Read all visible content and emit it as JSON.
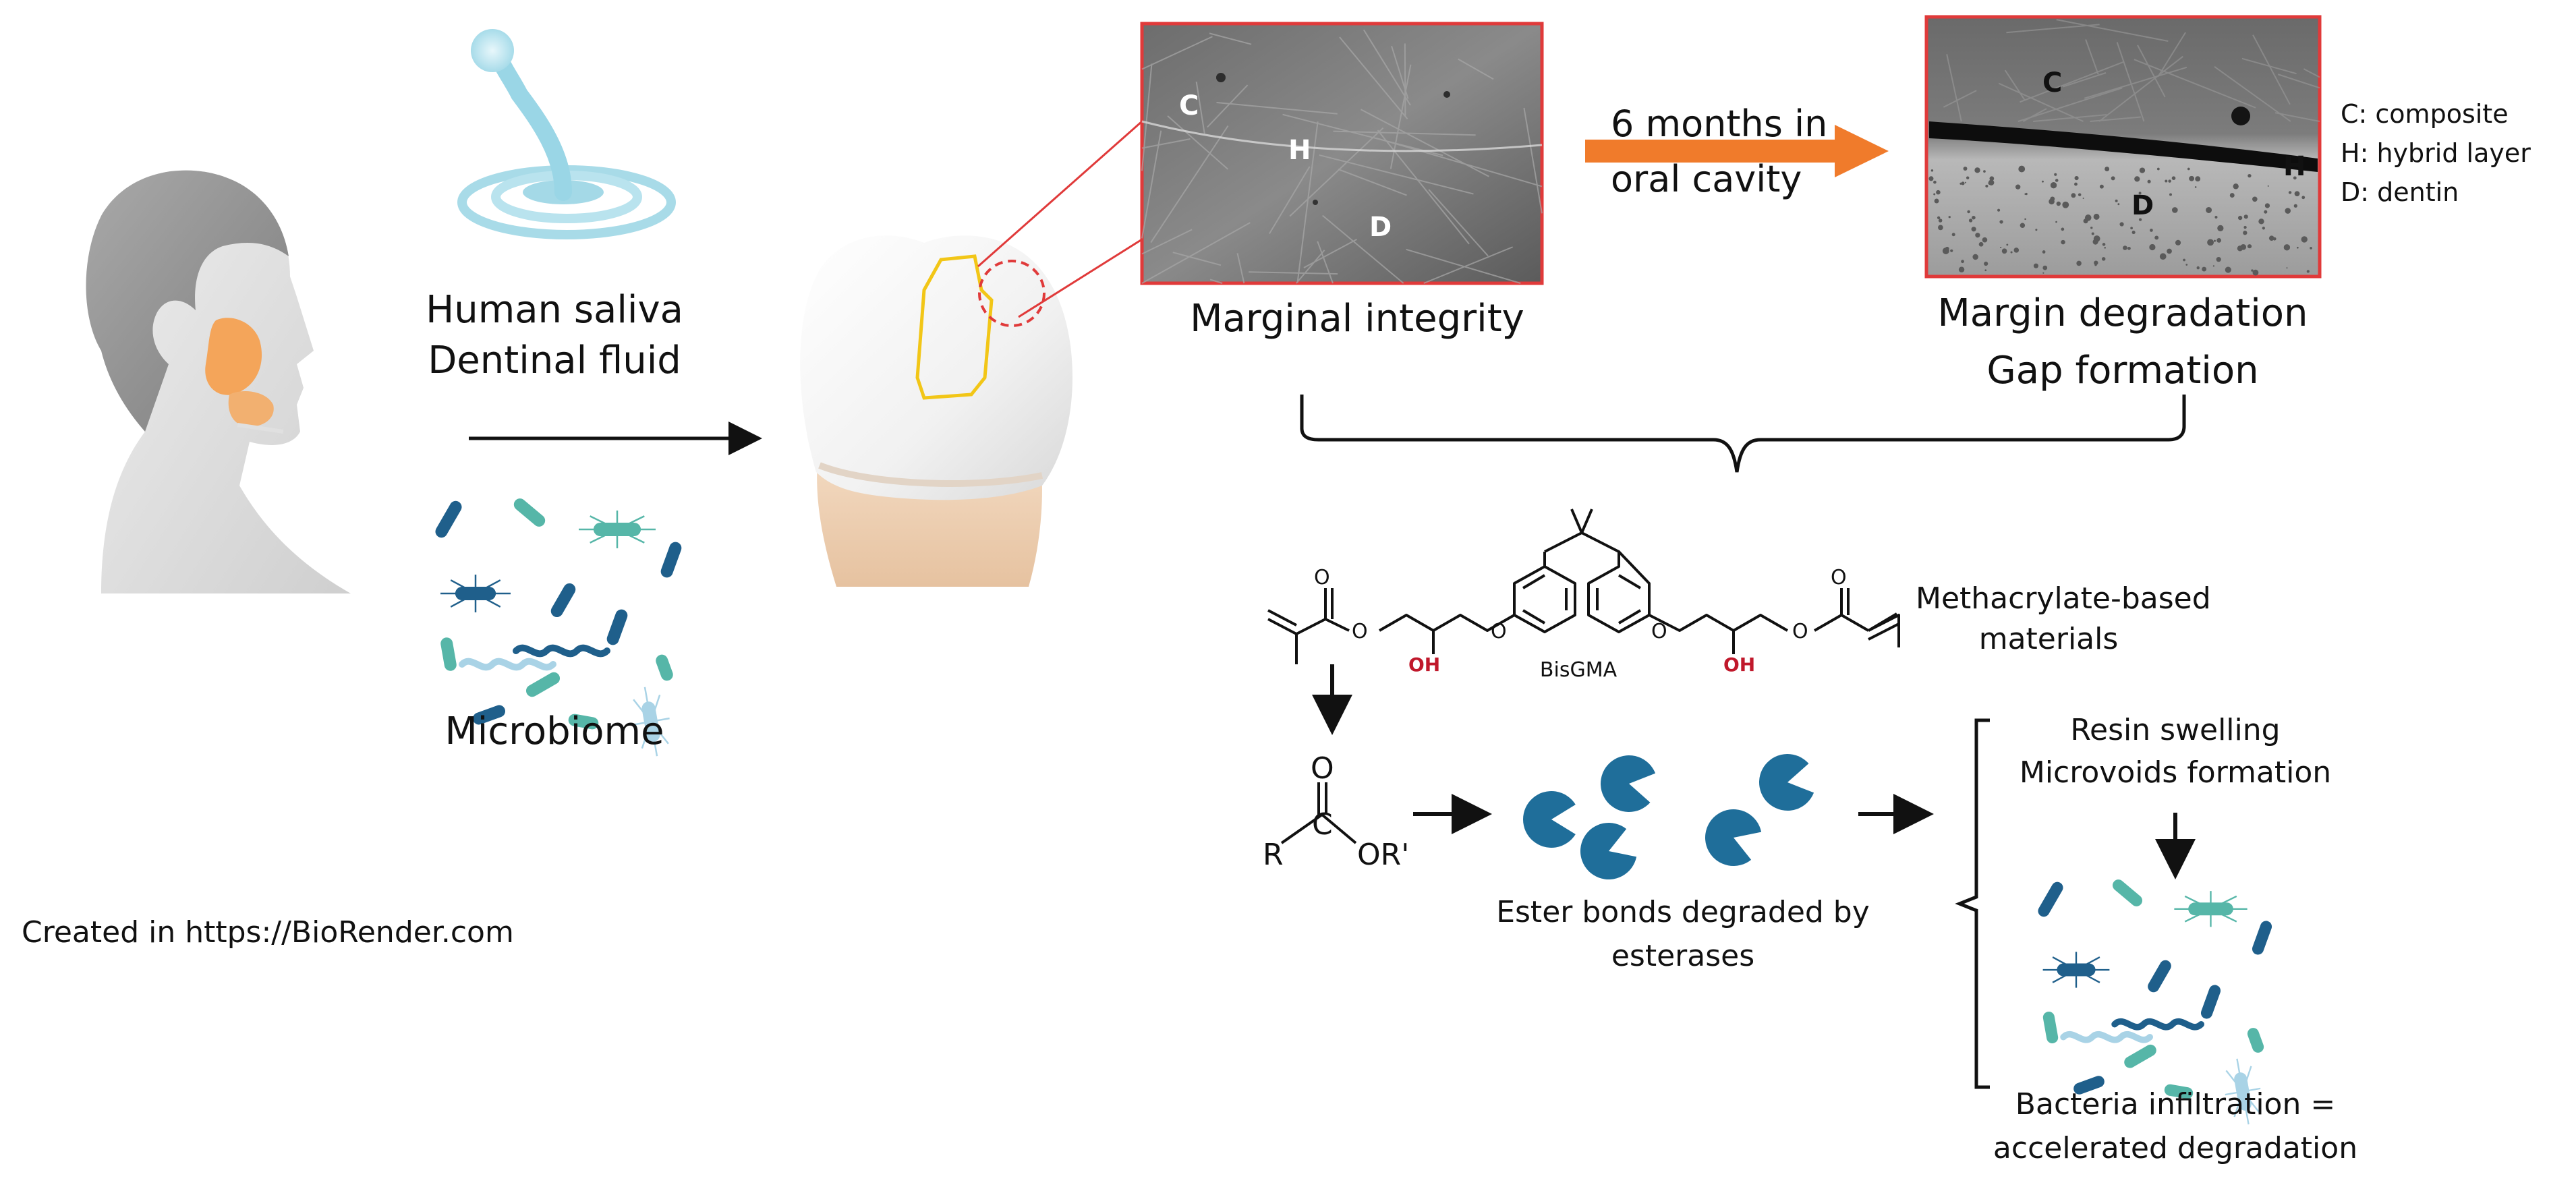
{
  "left": {
    "saliva_line1": "Human saliva",
    "saliva_line2": "Dentinal fluid",
    "microbiome": "Microbiome",
    "credit": "Created in  https://BioRender.com"
  },
  "sem": {
    "left_caption": "Marginal integrity",
    "right_caption_line1": "Margin degradation",
    "right_caption_line2": "Gap formation",
    "arrow_text_line1": "6 months in",
    "arrow_text_line2": "oral cavity",
    "letter_c": "C",
    "letter_h": "H",
    "letter_d": "D",
    "key": [
      "C: composite",
      "H: hybrid layer",
      "D: dentin"
    ]
  },
  "chem": {
    "molecule_name": "BisGMA",
    "oh": "OH",
    "o": "O",
    "material_line1": "Methacrylate-based",
    "material_line2": "materials",
    "ester_o": "O",
    "ester_c": "C",
    "ester_r": "R",
    "ester_or": "OR'",
    "esterase_line1": "Ester bonds degraded by",
    "esterase_line2": "esterases",
    "swelling_line1": "Resin swelling",
    "swelling_line2": "Microvoids formation",
    "bacteria_line1": "Bacteria infiltration =",
    "bacteria_line2": "accelerated degradation"
  },
  "colors": {
    "accent_arrow": "#f07b2b",
    "esterase": "#1f6e9a",
    "bacteria_teal": "#56b6a8",
    "bacteria_blue": "#1f5f8b",
    "hydroxyl_red": "#c0182b",
    "sem_frame": "#e03a3a"
  }
}
